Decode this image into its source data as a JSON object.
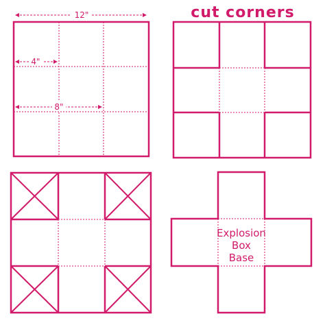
{
  "colors": {
    "magenta": "#d11a6a",
    "background": "#ffffff"
  },
  "panel_measure": {
    "dim_12": "12\"",
    "dim_4": "4\"",
    "dim_8": "8\""
  },
  "panel_cut": {
    "title": "cut corners"
  },
  "panel_net": {
    "label_line1": "Explosion",
    "label_line2": "Box",
    "label_line3": "Base"
  }
}
